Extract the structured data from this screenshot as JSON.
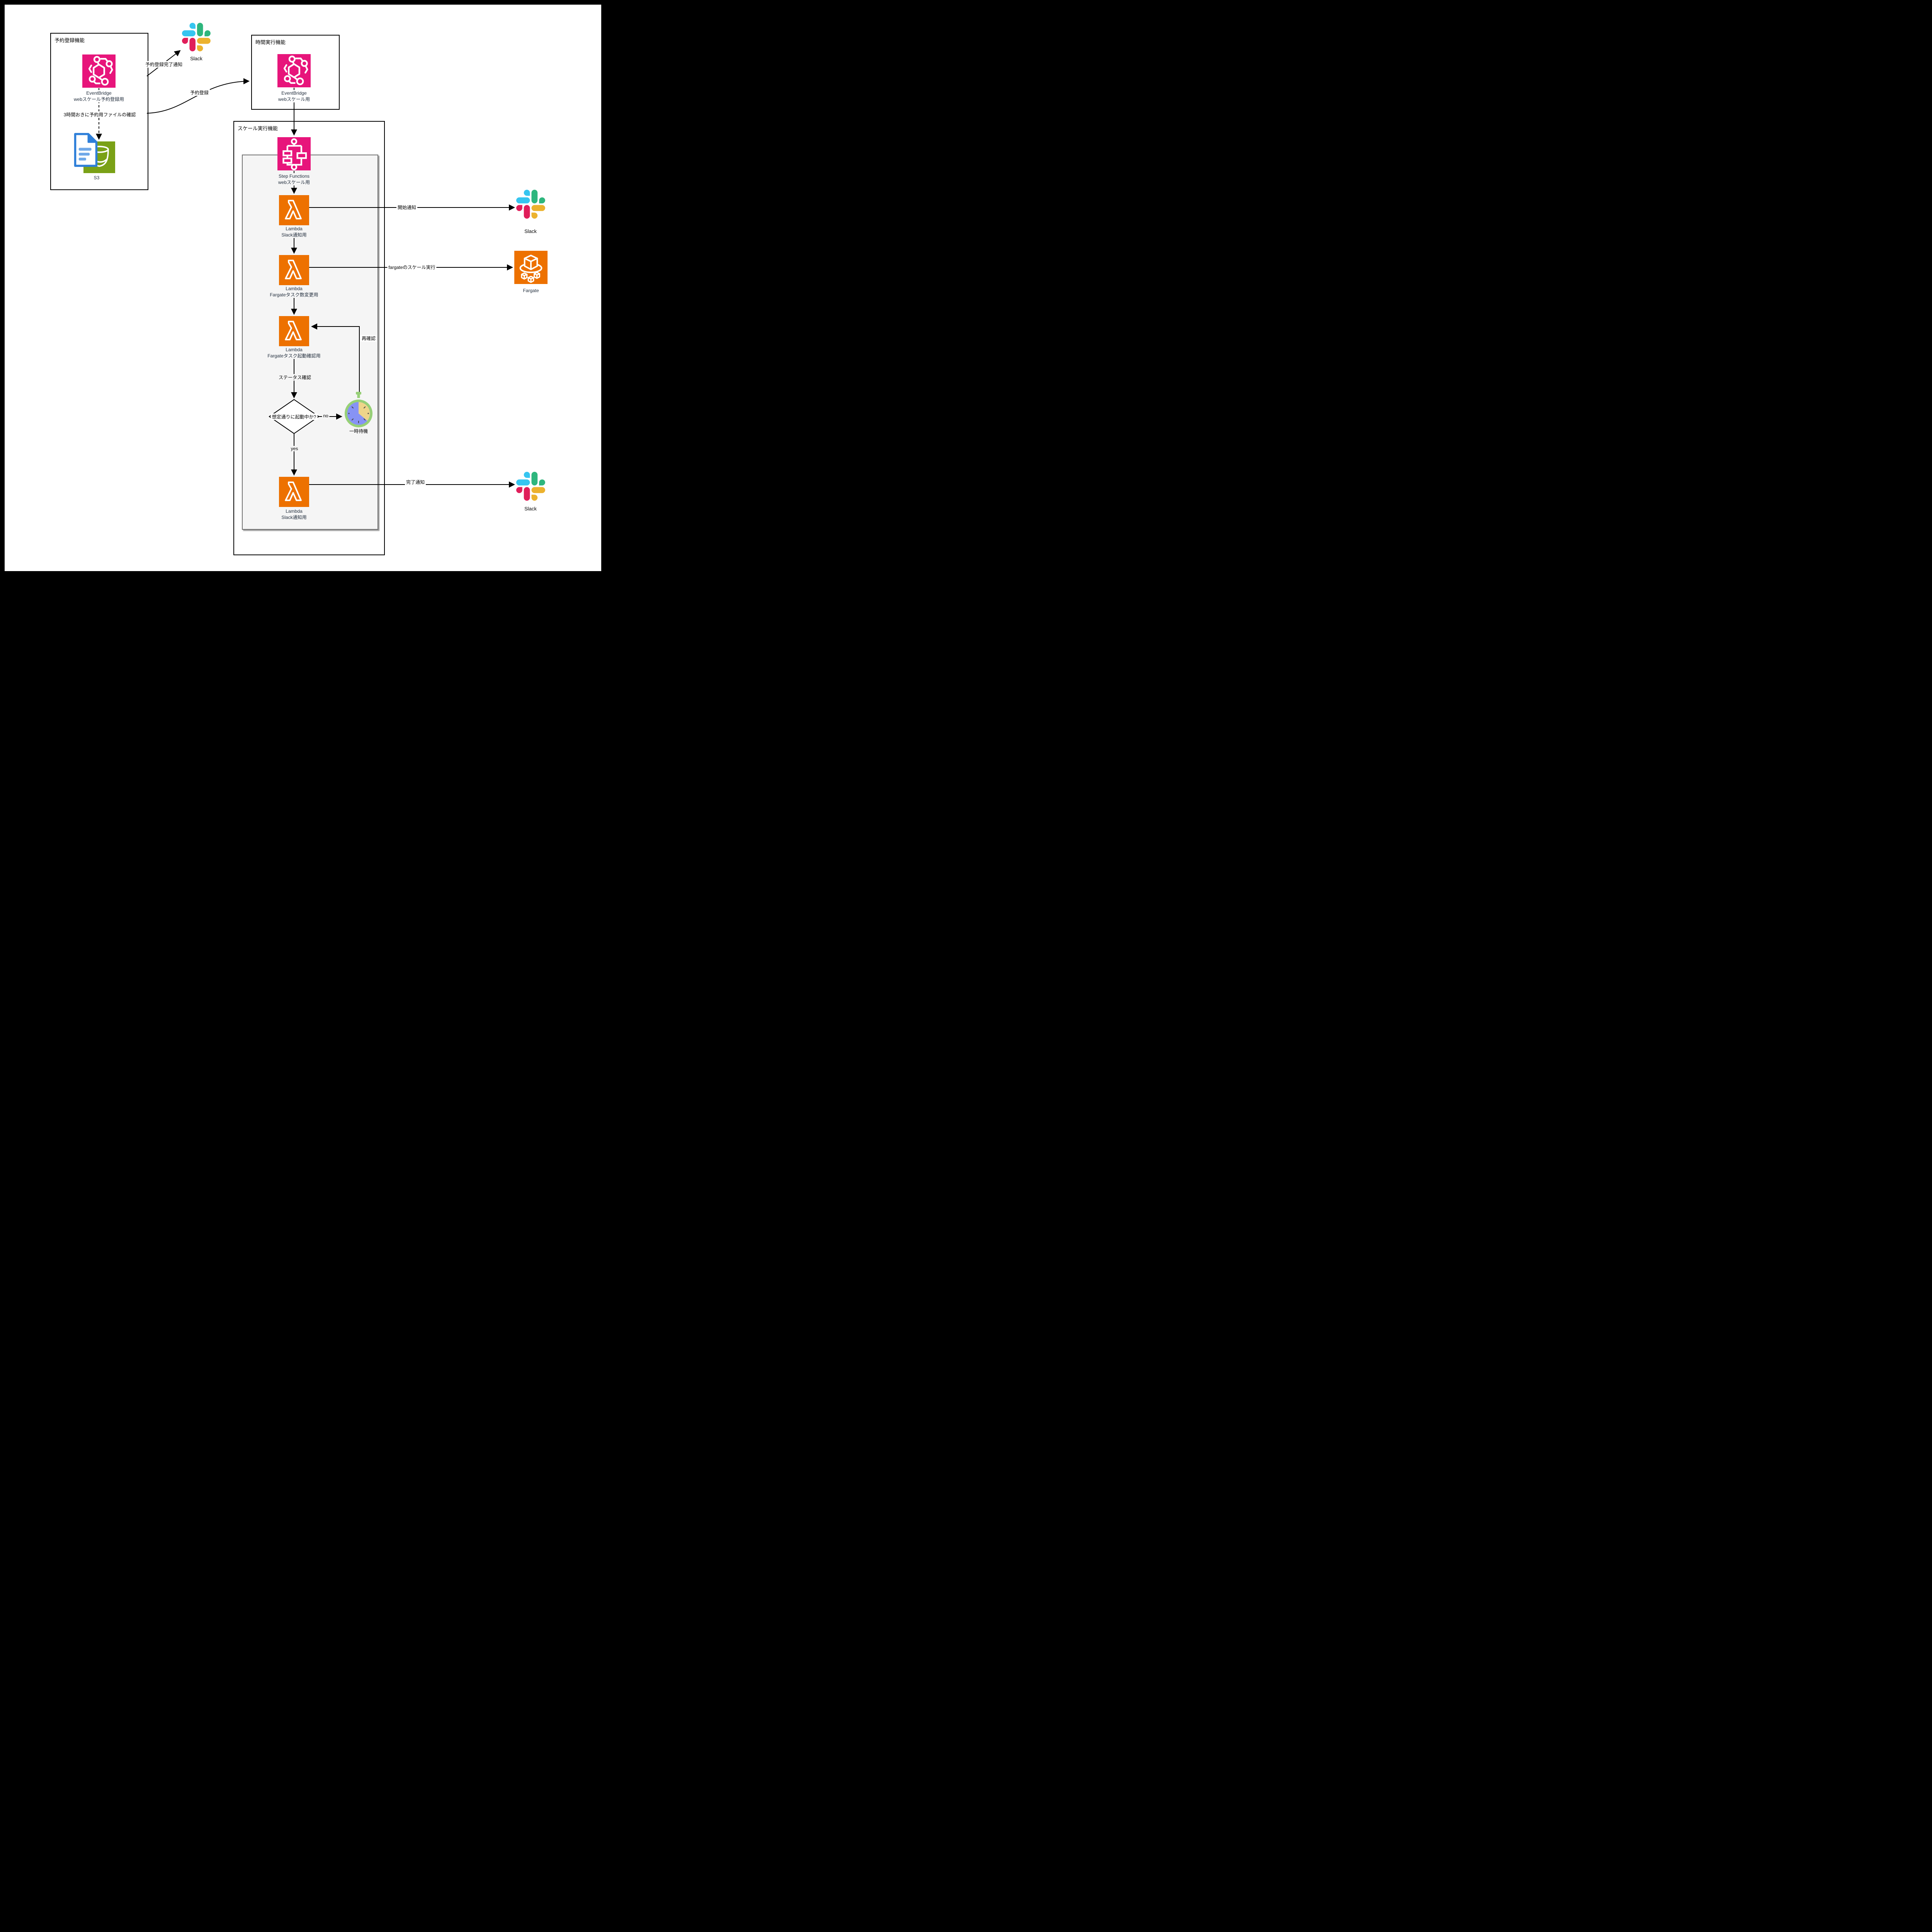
{
  "groups": {
    "reservation": {
      "title": "予約登録機能"
    },
    "timed": {
      "title": "時間実行機能"
    },
    "scale": {
      "title": "スケール実行機能"
    }
  },
  "nodes": {
    "eventbridge_reservation": {
      "line1": "EventBridge",
      "line2": "webスケール予約登録用"
    },
    "s3": {
      "label": "S3"
    },
    "slack_reservation": {
      "label": "Slack"
    },
    "eventbridge_scale": {
      "line1": "EventBridge",
      "line2": "webスケール用"
    },
    "step_functions": {
      "line1": "Step Functions",
      "line2": "webスケール用"
    },
    "lambda_start_notify": {
      "line1": "Lambda",
      "line2": "Slack通知用"
    },
    "slack_start": {
      "label": "Slack"
    },
    "lambda_fargate_scale": {
      "line1": "Lambda",
      "line2": "Fargateタスク数変更用"
    },
    "fargate": {
      "label": "Fargate"
    },
    "lambda_fargate_check": {
      "line1": "Lambda",
      "line2": "Fargateタスク起動確認用"
    },
    "decision": {
      "label": "想定通りに起動中か?"
    },
    "timer": {
      "label": "一時待機"
    },
    "lambda_done_notify": {
      "line1": "Lambda",
      "line2": "Slack通知用"
    },
    "slack_done": {
      "label": "Slack"
    }
  },
  "edges": {
    "reservation_done": "予約登録完了通知",
    "reservation_register": "予約登録",
    "file_check": "3時間おきに予約用ファイルの確認",
    "start_notify": "開始通知",
    "fargate_execute": "fargateのスケール実行",
    "recheck": "再確認",
    "status_check": "ステータス確認",
    "no": "no",
    "yes": "yes",
    "done_notify": "完了通知"
  },
  "colors": {
    "eventbridge_pink": "#E7157B",
    "lambda_orange": "#ED7100",
    "s3_green": "#7AA116",
    "doc_blue": "#2E7FD9",
    "slack_blue": "#36C5F0",
    "slack_green": "#2EB67D",
    "slack_red": "#E01E5A",
    "slack_yellow": "#ECB22E",
    "timer_ring_green": "#97D077",
    "timer_face_blue": "#8793F5",
    "timer_wedge_yellow": "#EED58A",
    "node_label_navy": "#232F3E"
  }
}
